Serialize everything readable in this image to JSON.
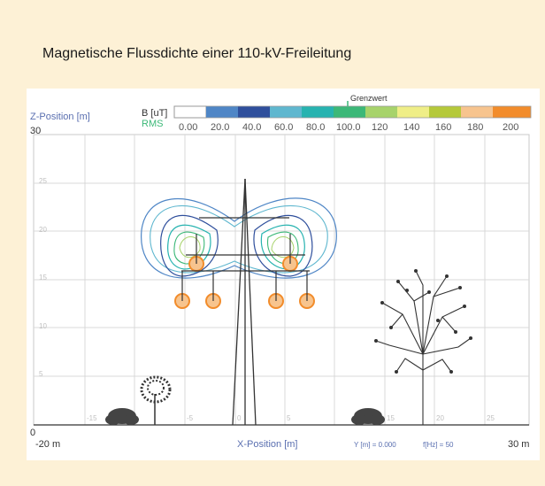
{
  "title": "Magnetische Flussdichte einer 110-kV-Freileitung",
  "axes": {
    "z_label": "Z-Position [m]",
    "z_top": "30",
    "z_bottom": "0",
    "x_left": "-20 m",
    "x_right": "30 m",
    "x_label": "X-Position [m]",
    "y_info": "Y [m] = 0.000",
    "f_info": "f[Hz] = 50",
    "inner_z_ticks": [
      "25",
      "20",
      "15",
      "10",
      "5"
    ],
    "inner_x_ticks": [
      "-15",
      "-5",
      "0",
      "5",
      "15",
      "20",
      "25"
    ]
  },
  "legend": {
    "quantity": "B [uT]",
    "mode": "RMS",
    "limit_label": "Grenzwert",
    "values": [
      "0.00",
      "20.0",
      "40.0",
      "60.0",
      "80.0",
      "100.0",
      "120",
      "140",
      "160",
      "180",
      "200"
    ],
    "colors": [
      "#ffffff",
      "#4f86c6",
      "#2f4f9c",
      "#5fb7cf",
      "#27b3b0",
      "#3cb878",
      "#a7d36b",
      "#efee87",
      "#b5c93a",
      "#f7c48e",
      "#f28c2b"
    ]
  }
}
